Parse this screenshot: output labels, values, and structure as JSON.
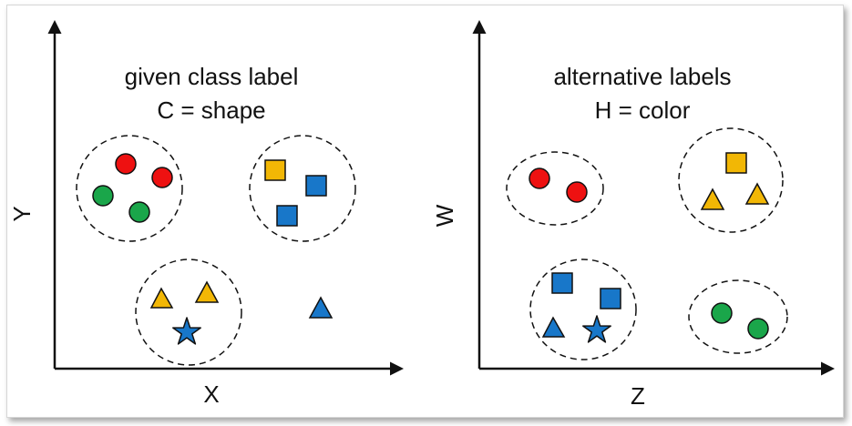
{
  "panels": {
    "left": {
      "title_line1": "given class label",
      "title_line2": "C = shape",
      "x_axis": "X",
      "y_axis": "Y"
    },
    "right": {
      "title_line1": "alternative labels",
      "title_line2": "H = color",
      "x_axis": "Z",
      "y_axis": "W"
    }
  },
  "colors": {
    "red": "#ee1111",
    "green": "#1aa64a",
    "blue": "#1877c9",
    "yellow": "#f2b705",
    "stroke": "#111111"
  }
}
